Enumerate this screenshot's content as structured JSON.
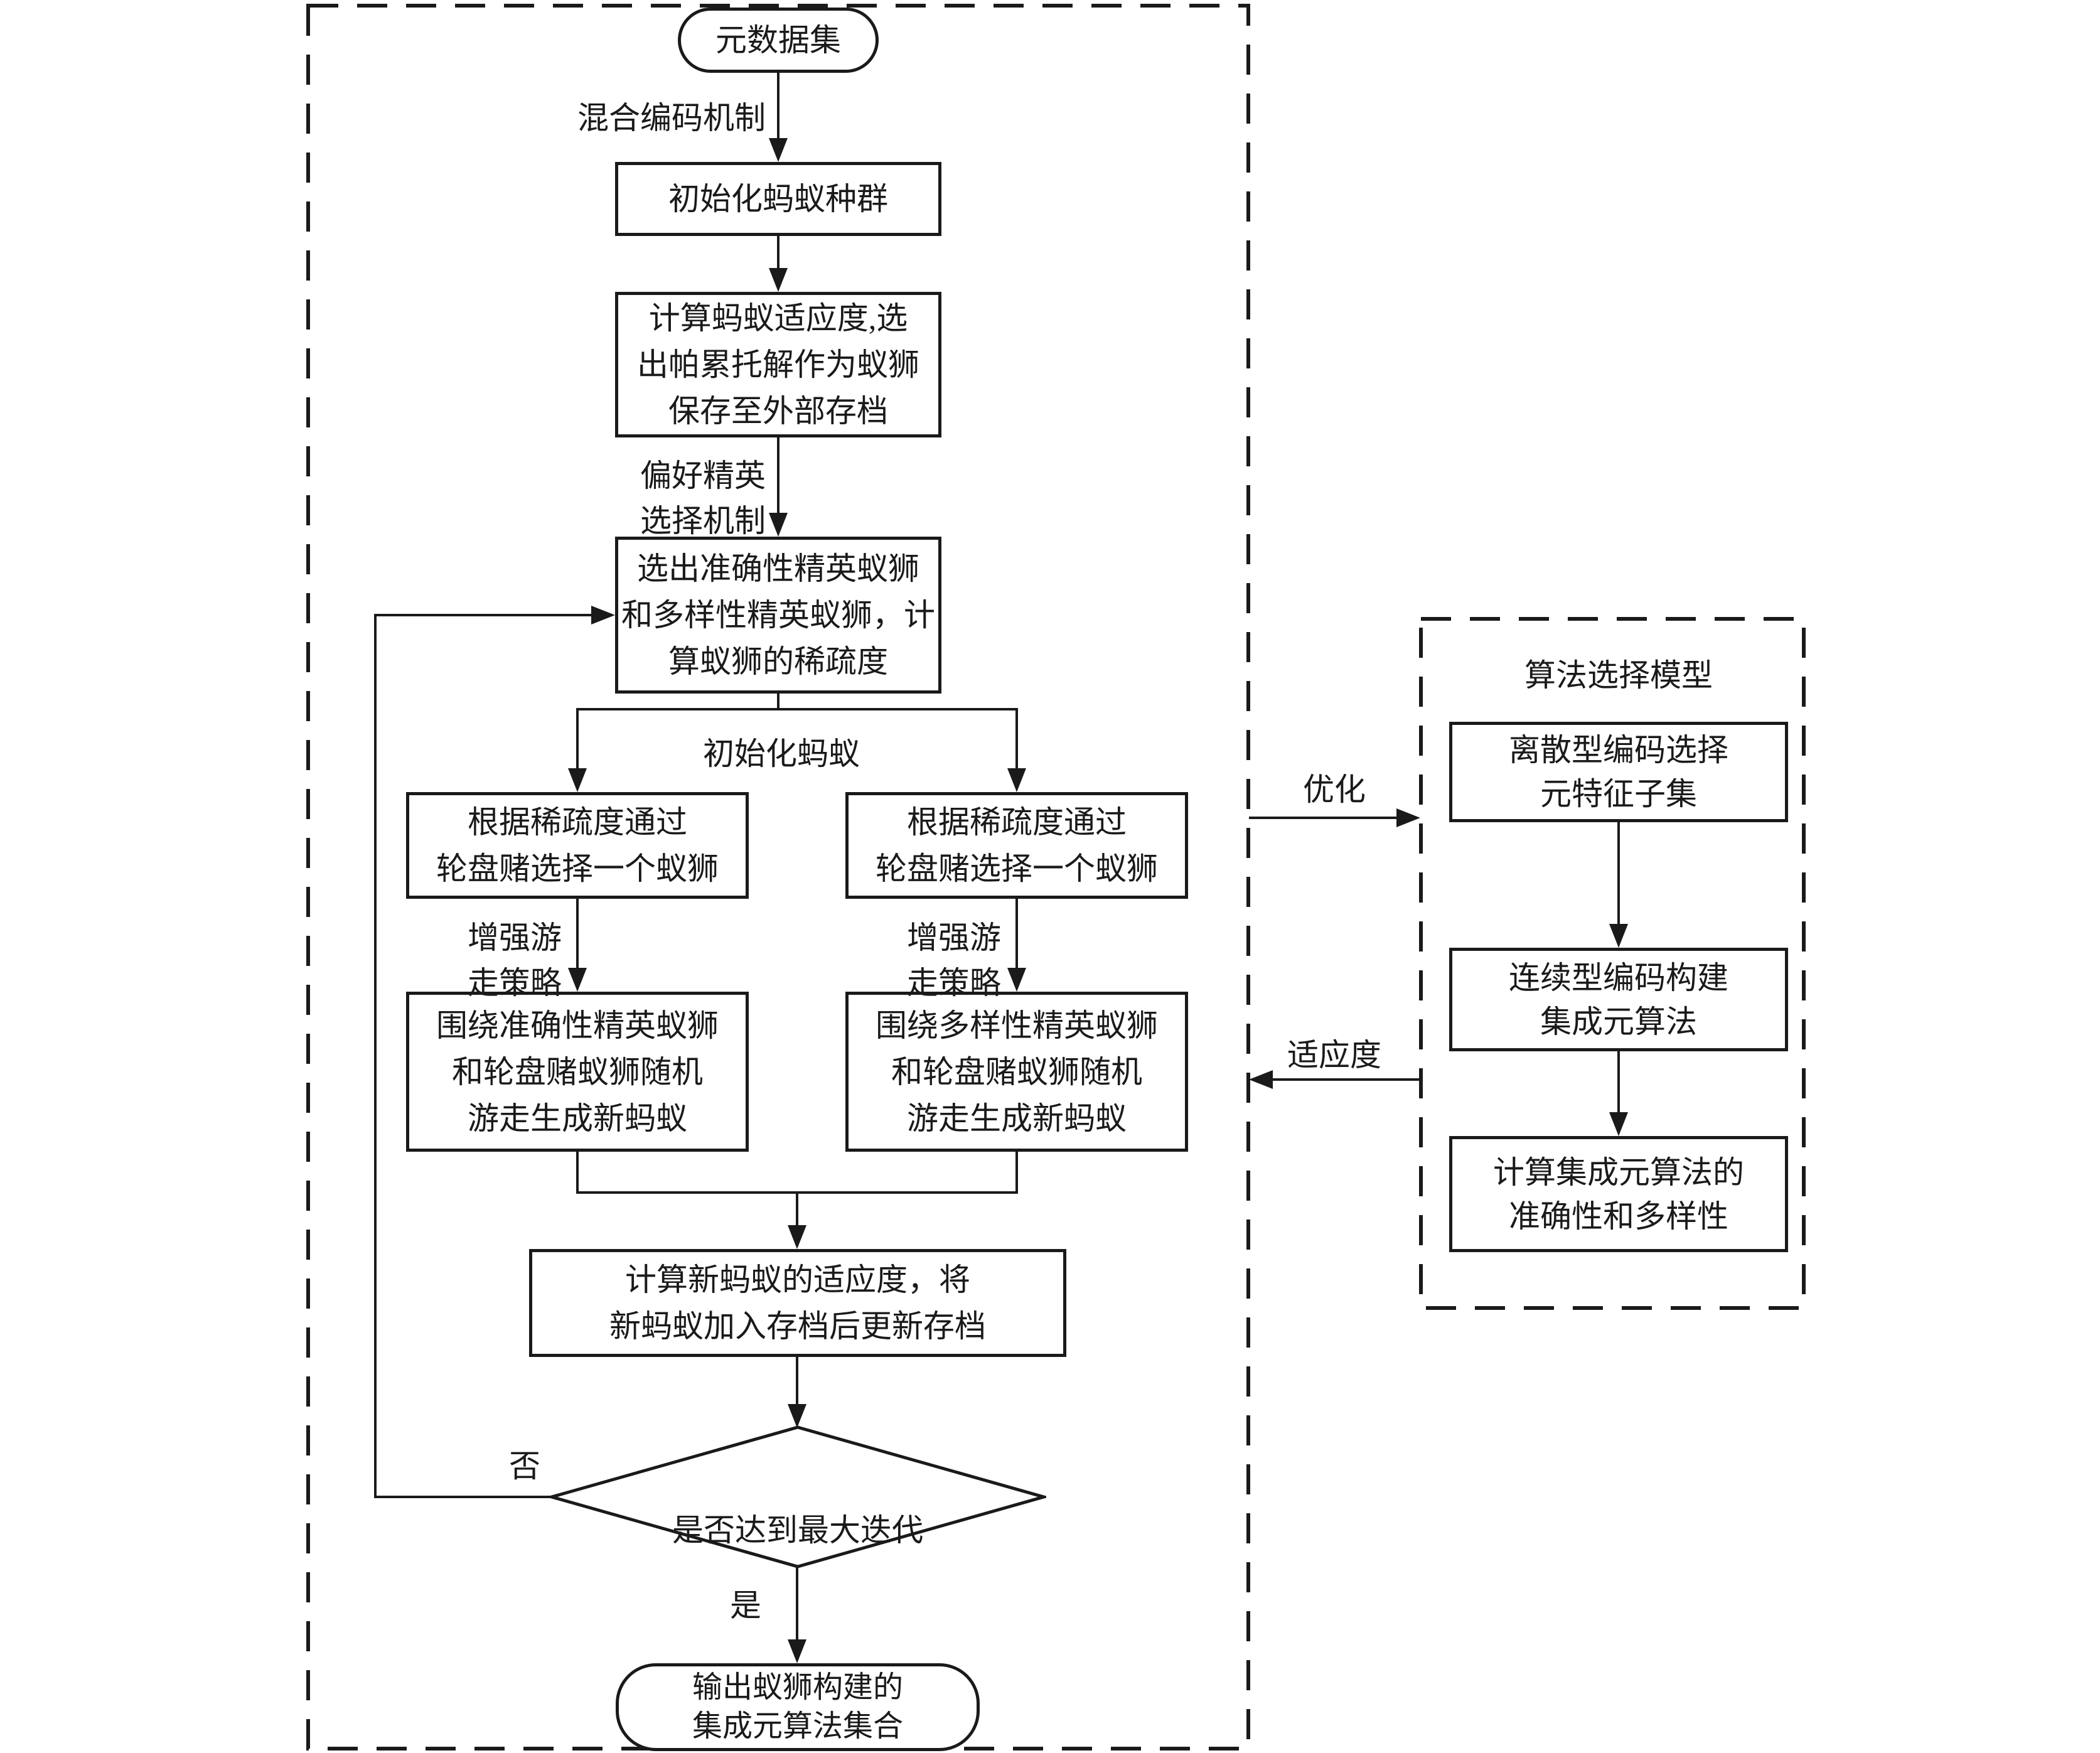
{
  "flowchart": {
    "main": {
      "start_oval": "元数据集",
      "edge_label_encoding": "混合编码机制",
      "box_init_population": "初始化蚂蚁种群",
      "box_fitness_pareto": [
        "计算蚂蚁适应度,选",
        "出帕累托解作为蚁狮",
        "保存至外部存档"
      ],
      "edge_label_elite": [
        "偏好精英",
        "选择机制"
      ],
      "box_select_elite": [
        "选出准确性精英蚁狮",
        "和多样性精英蚁狮，计",
        "算蚁狮的稀疏度"
      ],
      "edge_label_init_ants": "初始化蚂蚁",
      "branch_left_roulette": [
        "根据稀疏度通过",
        "轮盘赌选择一个蚁狮"
      ],
      "branch_right_roulette": [
        "根据稀疏度通过",
        "轮盘赌选择一个蚁狮"
      ],
      "edge_label_walk_left": [
        "增强游",
        "走策略"
      ],
      "edge_label_walk_right": [
        "增强游",
        "走策略"
      ],
      "branch_left_walk": [
        "围绕准确性精英蚁狮",
        "和轮盘赌蚁狮随机",
        "游走生成新蚂蚁"
      ],
      "branch_right_walk": [
        "围绕多样性精英蚁狮",
        "和轮盘赌蚁狮随机",
        "游走生成新蚂蚁"
      ],
      "box_update_archive": [
        "计算新蚂蚁的适应度，将",
        "新蚂蚁加入存档后更新存档"
      ],
      "decision_max_iteration": "是否达到最大迭代",
      "label_no": "否",
      "label_yes": "是",
      "end_oval": [
        "输出蚁狮构建的",
        "集成元算法集合"
      ]
    },
    "side": {
      "title": "算法选择模型",
      "box_discrete_encoding": [
        "离散型编码选择",
        "元特征子集"
      ],
      "box_continuous_encoding": [
        "连续型编码构建",
        "集成元算法"
      ],
      "box_compute_metrics": [
        "计算集成元算法的",
        "准确性和多样性"
      ],
      "edge_label_optimize": "优化",
      "edge_label_fitness": "适应度"
    },
    "colors": {
      "line": "#1a1a1a",
      "background": "#ffffff"
    }
  }
}
